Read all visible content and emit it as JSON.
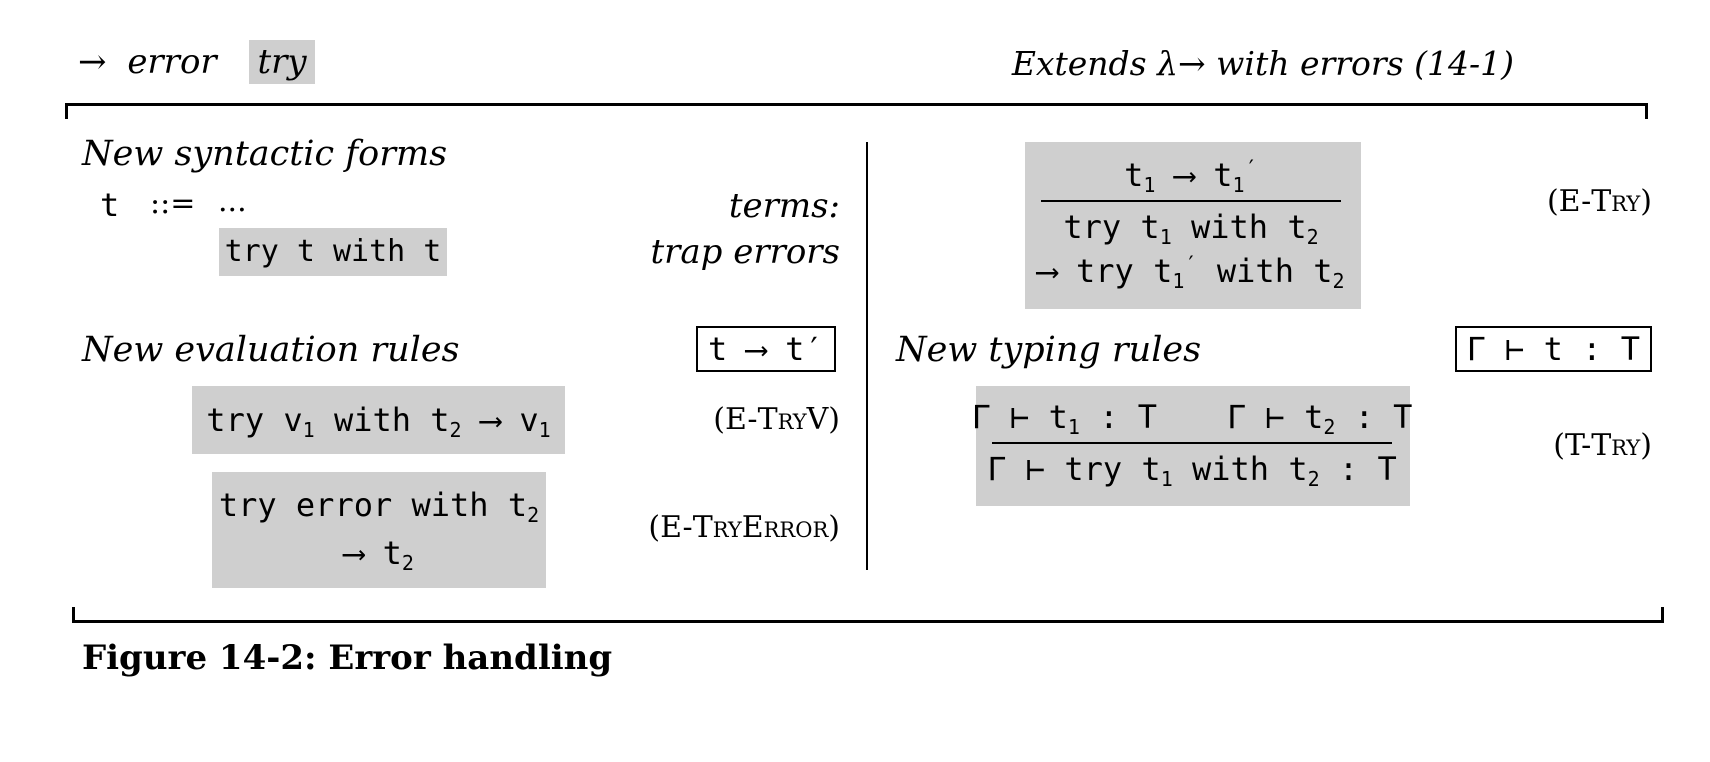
{
  "header": {
    "arrow": "→",
    "feature_error": "error",
    "feature_try": "try",
    "extends_text": "Extends λ→ with errors (14-1)"
  },
  "syntax": {
    "title": "New syntactic forms",
    "t": "t",
    "defines": "::=",
    "ellipsis": "...",
    "terms_label": "terms:",
    "form": "try t with t",
    "form_label": "trap errors"
  },
  "evaluation": {
    "title": "New evaluation rules",
    "judgement": "t ⟶ t′",
    "rule_tryv": {
      "body": "try v₁ with t₂ ⟶ v₁",
      "name_prefix": "(E-",
      "name_main": "TryV",
      "name_suffix": ")"
    },
    "rule_tryerror": {
      "line1": "try error with t₂",
      "line2": "⟶ t₂",
      "name_prefix": "(E-",
      "name_main": "TryError",
      "name_suffix": ")"
    },
    "rule_try": {
      "premise": "t₁ ⟶ t₁′",
      "conclusion1": "try t₁ with t₂",
      "conclusion2": "⟶ try t₁′ with t₂",
      "name_prefix": "(E-",
      "name_main": "Try",
      "name_suffix": ")"
    }
  },
  "typing": {
    "title": "New typing rules",
    "judgement": "Γ ⊢ t : T",
    "rule_ttry": {
      "premise1": "Γ ⊢ t₁ : T",
      "premise2": "Γ ⊢ t₂ : T",
      "conclusion": "Γ ⊢ try t₁ with t₂ : T",
      "name_prefix": "(T-",
      "name_main": "Try",
      "name_suffix": ")"
    }
  },
  "caption": "Figure 14-2: Error handling"
}
